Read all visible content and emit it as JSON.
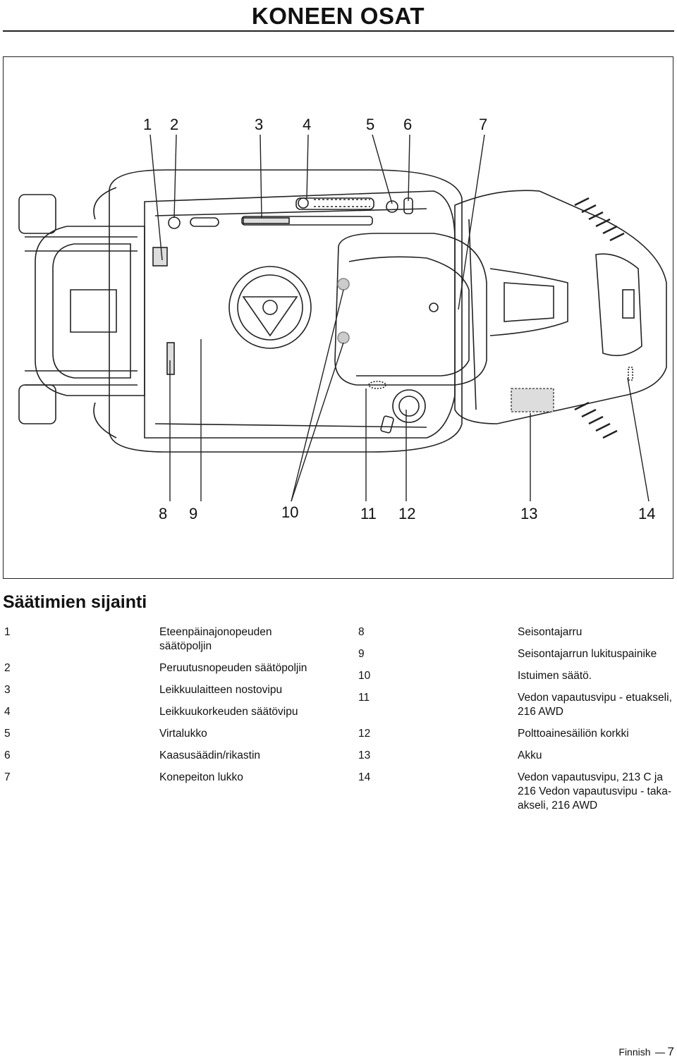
{
  "header": {
    "title": "KONEEN OSAT"
  },
  "figure": {
    "top_callouts": [
      "1",
      "2",
      "3",
      "4",
      "5",
      "6",
      "7"
    ],
    "bottom_callouts": [
      "8",
      "9",
      "10",
      "11",
      "12",
      "13",
      "14"
    ]
  },
  "section": {
    "title": "Säätimien sijainti"
  },
  "legend_left": [
    {
      "num": "1",
      "text": "Eteenpäinajonopeuden säätöpoljin"
    },
    {
      "num": "2",
      "text": "Peruutusnopeuden säätöpoljin"
    },
    {
      "num": "3",
      "text": "Leikkuulaitteen nostovipu"
    },
    {
      "num": "4",
      "text": "Leikkuukorkeuden säätövipu"
    },
    {
      "num": "5",
      "text": "Virtalukko"
    },
    {
      "num": "6",
      "text": "Kaasusäädin/rikastin"
    },
    {
      "num": "7",
      "text": "Konepeiton lukko"
    }
  ],
  "legend_right": [
    {
      "num": "8",
      "text": "Seisontajarru"
    },
    {
      "num": "9",
      "text": "Seisontajarrun lukituspainike"
    },
    {
      "num": "10",
      "text": "Istuimen säätö."
    },
    {
      "num": "11",
      "text": "Vedon vapautusvipu - etuakseli, 216 AWD"
    },
    {
      "num": "12",
      "text": "Polttoainesäiliön korkki"
    },
    {
      "num": "13",
      "text": "Akku"
    },
    {
      "num": "14",
      "text": "Vedon vapautusvipu, 213 C ja 216 Vedon vapautusvipu - taka-akseli, 216 AWD"
    }
  ],
  "footer": {
    "language": "Finnish",
    "page": "7"
  }
}
